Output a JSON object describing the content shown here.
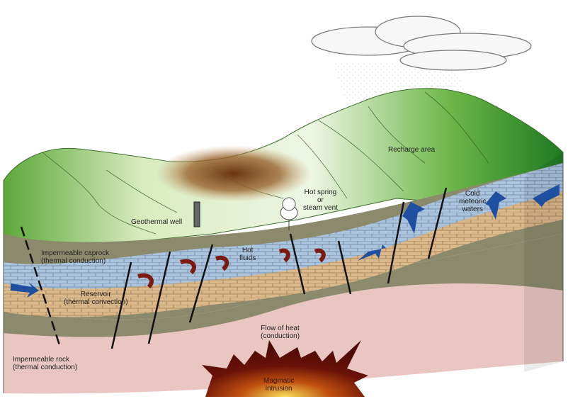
{
  "title": "Geothermal system diagram",
  "labels": {
    "recharge_area": "Recharge area",
    "hot_spring_1": "Hot spring",
    "hot_spring_2": "or",
    "hot_spring_3": "steam vent",
    "geothermal_well": "Geothermal well",
    "cold_waters_1": "Cold",
    "cold_waters_2": "meteoric",
    "cold_waters_3": "waters",
    "caprock_1": "Impermeable caprock",
    "caprock_2": "(thermal conduction)",
    "hot_fluids_1": "Hot",
    "hot_fluids_2": "fluids",
    "reservoir_1": "Reservoir",
    "reservoir_2": "(thermal convection)",
    "flow_heat_1": "Flow of heat",
    "flow_heat_2": "(conduction)",
    "imp_rock_1": "Impermeable rock",
    "imp_rock_2": "(thermal conduction)",
    "magma_1": "Magmatic",
    "magma_2": "intrusion"
  },
  "colors": {
    "hills": "#6fb04a",
    "caprock": "#8c8a6c",
    "reservoir_blue": "#a9c3de",
    "reservoir_tan": "#dcb98a",
    "basement": "#e9c6c1",
    "magma": "#6b1208",
    "hot_arrow": "#7a1a10",
    "cold_arrow": "#1f4fa0"
  }
}
